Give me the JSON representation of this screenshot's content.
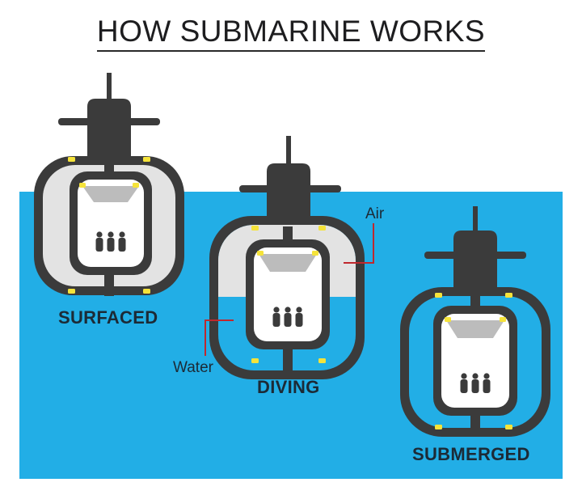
{
  "title": "HOW SUBMARINE WORKS",
  "stages": [
    {
      "id": "surfaced",
      "label": "SURFACED"
    },
    {
      "id": "diving",
      "label": "DIVING"
    },
    {
      "id": "submerged",
      "label": "SUBMERGED"
    }
  ],
  "callouts": {
    "air": "Air",
    "water": "Water"
  },
  "colors": {
    "sea": "#22aee6",
    "hull": "#3b3b3b",
    "air_tank": "#e3e3e3",
    "cabin": "#ffffff",
    "valve": "#f5e33a",
    "leader_line": "#c0282e",
    "text": "#1c2a36"
  }
}
